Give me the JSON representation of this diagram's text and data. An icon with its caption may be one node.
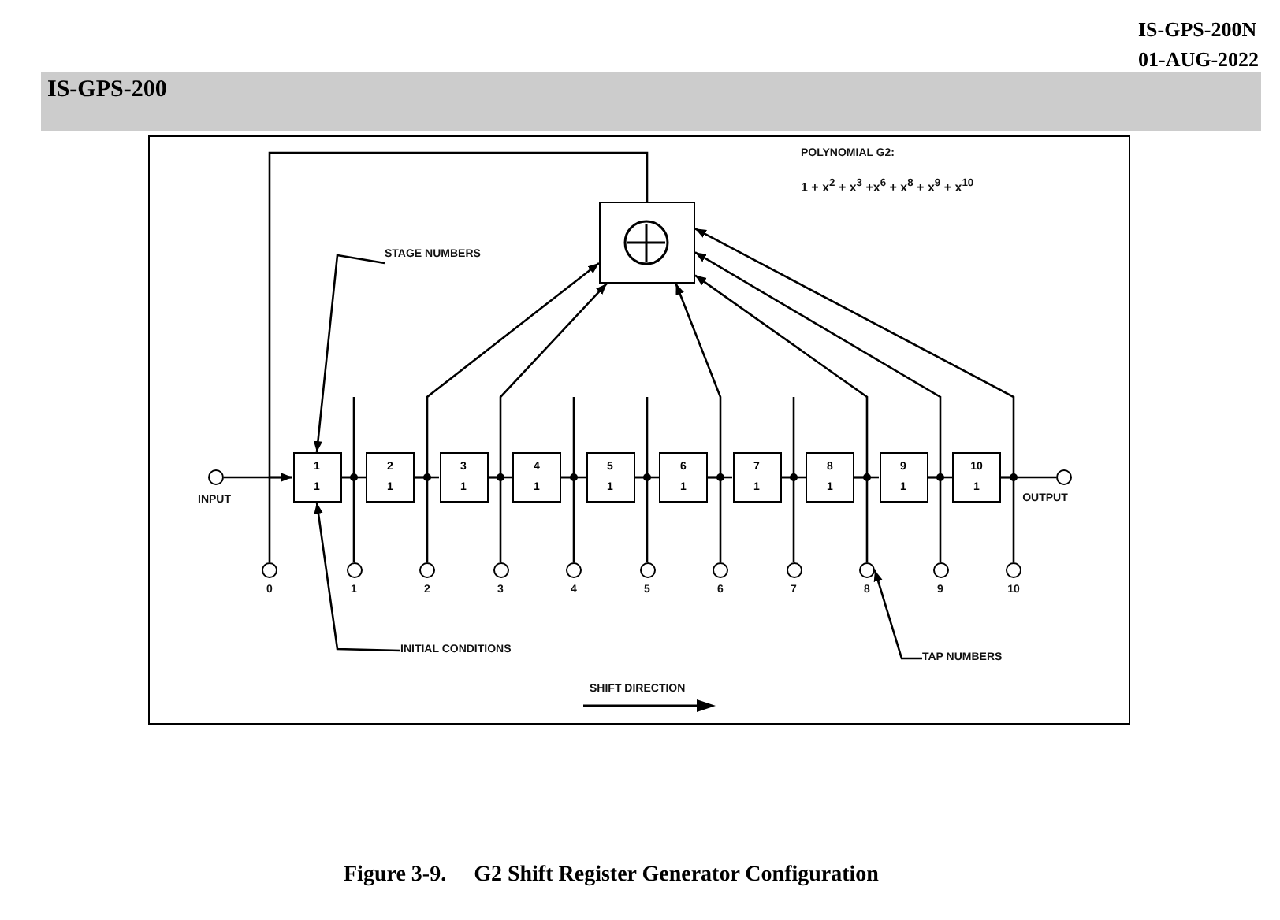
{
  "diagram": {
    "caption": "Figure 3-9.     G2 Shift Register Generator Configuration",
    "nodes": [
      {
        "text": [],
        "shape": "box"
      },
      {
        "text": [],
        "shape": "circle",
        "beside": [
          "INPUT"
        ]
      },
      {
        "text": [
          "1",
          "1"
        ]
      },
      {
        "text": [
          "2",
          "1"
        ]
      },
      {
        "text": [
          "3",
          "1"
        ]
      },
      {
        "text": [
          "4",
          "1"
        ]
      },
      {
        "text": [
          "5",
          "1"
        ]
      },
      {
        "text": [
          "6",
          "1"
        ]
      },
      {
        "text": [
          "7",
          "1"
        ]
      },
      {
        "text": [
          "8",
          "1"
        ]
      },
      {
        "text": [
          "9",
          "1"
        ]
      },
      {
        "text": [
          "10",
          "1"
        ]
      },
      {
        "text": [],
        "shape": "circle",
        "beside": [
          "OUTPUT"
        ]
      },
      {
        "text": [],
        "shape": "circle",
        "beside": [
          "0"
        ]
      },
      {
        "text": [],
        "shape": "circle",
        "beside": [
          "1"
        ]
      },
      {
        "text": [],
        "shape": "circle",
        "beside": [
          "2"
        ]
      },
      {
        "text": [],
        "shape": "circle",
        "beside": [
          "3"
        ]
      },
      {
        "text": [],
        "shape": "circle",
        "beside": [
          "4"
        ]
      },
      {
        "text": [],
        "shape": "circle",
        "beside": [
          "5"
        ]
      },
      {
        "text": [],
        "shape": "circle",
        "beside": [
          "6"
        ]
      },
      {
        "text": [],
        "shape": "circle",
        "beside": [
          "7"
        ]
      },
      {
        "text": [],
        "shape": "circle",
        "beside": [
          "8"
        ]
      },
      {
        "text": [],
        "shape": "circle",
        "beside": [
          "9"
        ]
      },
      {
        "text": [],
        "shape": "circle",
        "beside": [
          "10"
        ]
      },
      {
        "text": [
          "STAGE NUMBERS"
        ]
      },
      {
        "text": [
          "INITIAL CONDITIONS"
        ]
      },
      {
        "text": [
          "TAP NUMBERS"
        ]
      }
    ],
    "edges": [
      {
        "from": 1,
        "to": 2,
        "arrow": "none"
      },
      {
        "from": 2,
        "to": 3,
        "arrow": "none"
      },
      {
        "from": 3,
        "to": 4,
        "arrow": "none"
      },
      {
        "from": 4,
        "to": 5,
        "arrow": "none"
      },
      {
        "from": 5,
        "to": 6,
        "arrow": "none"
      },
      {
        "from": 6,
        "to": 7,
        "arrow": "none"
      },
      {
        "from": 7,
        "to": 8,
        "arrow": "none"
      },
      {
        "from": 8,
        "to": 9,
        "arrow": "none"
      },
      {
        "from": 9,
        "to": 10,
        "arrow": "none"
      },
      {
        "from": 10,
        "to": 11,
        "arrow": "none"
      },
      {
        "from": 11,
        "to": 12,
        "arrow": "none"
      },
      {
        "from": 0,
        "to": 2,
        "arrow": "to"
      },
      {
        "from": 2,
        "to": 13,
        "arrow": "none"
      },
      {
        "from": 2,
        "to": 14,
        "arrow": "none"
      },
      {
        "from": 3,
        "to": 15,
        "arrow": "none"
      },
      {
        "from": 4,
        "to": 16,
        "arrow": "none"
      },
      {
        "from": 5,
        "to": 17,
        "arrow": "none"
      },
      {
        "from": 6,
        "to": 18,
        "arrow": "none"
      },
      {
        "from": 7,
        "to": 19,
        "arrow": "none"
      },
      {
        "from": 8,
        "to": 20,
        "arrow": "none"
      },
      {
        "from": 9,
        "to": 21,
        "arrow": "none"
      },
      {
        "from": 10,
        "to": 22,
        "arrow": "none"
      },
      {
        "from": 11,
        "to": 23,
        "arrow": "none"
      },
      {
        "from": 3,
        "to": 0,
        "arrow": "to"
      },
      {
        "from": 4,
        "to": 0,
        "arrow": "to"
      },
      {
        "from": 7,
        "to": 0,
        "arrow": "to"
      },
      {
        "from": 9,
        "to": 0,
        "arrow": "to"
      },
      {
        "from": 10,
        "to": 0,
        "arrow": "to"
      },
      {
        "from": 11,
        "to": 0,
        "arrow": "to"
      },
      {
        "from": 24,
        "to": 2,
        "arrow": "to"
      },
      {
        "from": 25,
        "to": 2,
        "arrow": "to"
      },
      {
        "from": 26,
        "to": 21,
        "arrow": "to"
      }
    ],
    "labels": [
      "IS-GPS-200N",
      "01-AUG-2022",
      "IS-GPS-200",
      "POLYNOMIAL G2:",
      "1 + x$^{2}$ + x$^{3}$ +x$^{6}$ + x$^{8}$ + x$^{9}$ + x$^{10}$",
      "SHIFT DIRECTION"
    ]
  }
}
